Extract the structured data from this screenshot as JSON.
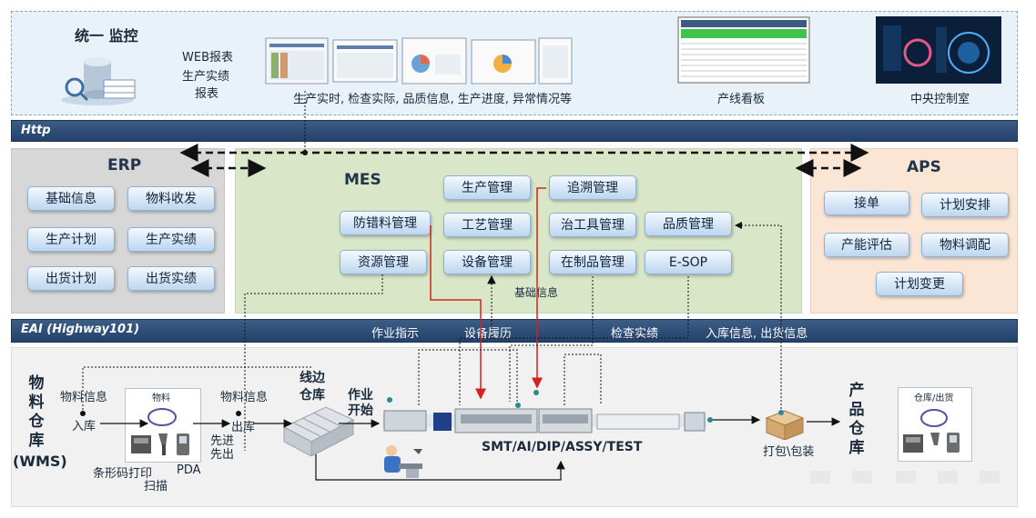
{
  "top": {
    "title": "统一 监控",
    "web_report_1": "WEB报表",
    "web_report_2": "生产实绩",
    "web_report_3": "报表",
    "screens_caption": "生产实时, 检查实际, 品质信息, 生产进度, 异常情况等",
    "board_caption": "产线看板",
    "control_caption": "中央控制室"
  },
  "http_label": "Http",
  "erp": {
    "title": "ERP",
    "items": [
      "基础信息",
      "物料收发",
      "生产计划",
      "生产实绩",
      "出货计划",
      "出货实绩"
    ]
  },
  "mes": {
    "title": "MES",
    "items": [
      "生产管理",
      "追溯管理",
      "防错料管理",
      "工艺管理",
      "治工具管理",
      "品质管理",
      "资源管理",
      "设备管理",
      "在制品管理",
      "E-SOP"
    ],
    "base_info": "基础信息"
  },
  "aps": {
    "title": "APS",
    "items": [
      "接单",
      "计划安排",
      "产能评估",
      "物料调配",
      "计划变更"
    ]
  },
  "eai": {
    "label": "EAI (Highway101)",
    "t1": "作业指示",
    "t2": "设备履历",
    "t3": "检查实绩",
    "t4": "入库信息, 出货信息"
  },
  "bottom": {
    "wms_1": "物",
    "wms_2": "料",
    "wms_3": "仓",
    "wms_4": "库",
    "wms_5": "(WMS)",
    "material_info_1": "物料信息",
    "inbound": "入库",
    "card_title": "物料",
    "barcode_print": "条形码打印",
    "scan": "扫描",
    "pda": "PDA",
    "material_info_2": "物料信息",
    "outbound": "出库",
    "fifo_1": "先进",
    "fifo_2": "先出",
    "line_store_1": "线边",
    "line_store_2": "仓库",
    "work_start_1": "作业",
    "work_start_2": "开始",
    "line_label": "SMT/AI/DIP/ASSY/TEST",
    "pack_label": "打包\\包装",
    "prod_1": "产",
    "prod_2": "品",
    "prod_3": "仓",
    "prod_4": "库",
    "prod_card_title": "仓库/出货"
  }
}
